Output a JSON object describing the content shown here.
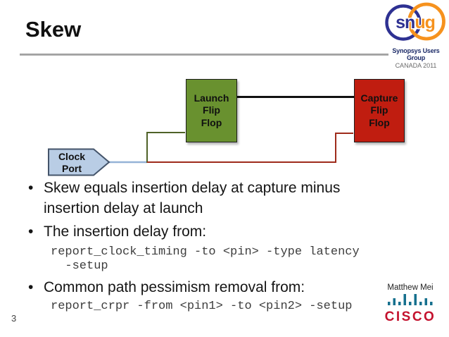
{
  "slide": {
    "title": "Skew",
    "page_number": "3",
    "author": "Matthew Mei"
  },
  "logo_snug": {
    "text_sn": "sn",
    "text_ug": "ug",
    "subtitle": "Synopsys Users Group",
    "event": "CANADA 2011",
    "navy": "#2E3192",
    "orange": "#F6921E"
  },
  "logo_cisco": {
    "name": "CISCO",
    "bar_color": "#16708E",
    "text_color": "#C4122E"
  },
  "diagram": {
    "launch_ff": {
      "label": "Launch\nFlip\nFlop",
      "fill": "#69912F"
    },
    "capture_ff": {
      "label": "Capture\nFlip\nFlop",
      "fill": "#C01D10"
    },
    "clock_port": {
      "label": "Clock\nPort",
      "fill": "#B9CDE5",
      "stroke": "#44546A"
    },
    "wire_colors": {
      "clock_net": "#95B3D7",
      "launch_branch": "#4F6228",
      "capture_branch": "#9E2B1B",
      "data_path": "#111111"
    }
  },
  "body": {
    "items": [
      {
        "type": "bullet",
        "text": "Skew equals insertion delay at capture minus\ninsertion delay at launch"
      },
      {
        "type": "bullet",
        "text": "The insertion delay from:"
      },
      {
        "type": "code",
        "text": "report_clock_timing -to <pin> -type latency\n  -setup"
      },
      {
        "type": "bullet",
        "text": "Common path pessimism removal from:"
      },
      {
        "type": "code",
        "text": "report_crpr -from <pin1> -to <pin2> -setup"
      }
    ]
  }
}
